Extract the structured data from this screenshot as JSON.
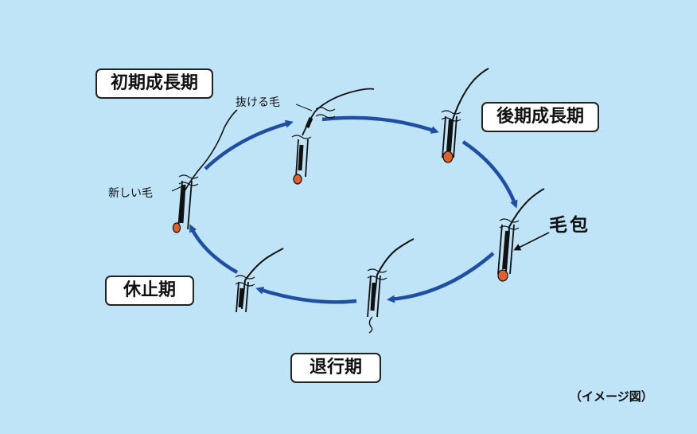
{
  "phases": {
    "early_growth": "初期成長期",
    "late_growth": "後期成長期",
    "catagen": "退行期",
    "telogen": "休止期"
  },
  "labels": {
    "shedding_hair": "抜ける毛",
    "new_hair": "新しい毛",
    "hair_follicle": "毛包"
  },
  "caption": "（イメージ図）",
  "colors": {
    "background": "#bfe3f7",
    "arrow": "#1f4fa3",
    "hair": "#111111",
    "bulb": "#e0602a"
  }
}
